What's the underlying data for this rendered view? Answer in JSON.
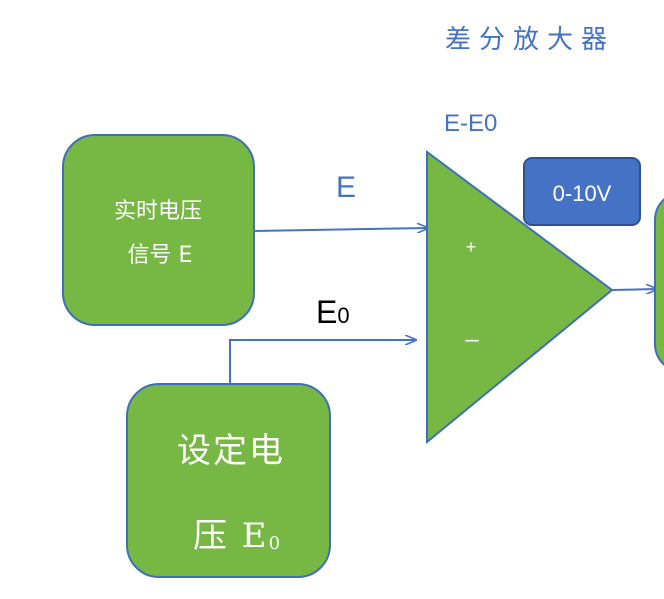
{
  "title": "差分放大器",
  "amp_output_label": "E-E0",
  "range_badge": "0-10V",
  "input_box": {
    "line1": "实时电压",
    "line2": "信号 E"
  },
  "setpoint_box": {
    "line1": "设定电",
    "line2_text": "压 E",
    "line2_sub": "0"
  },
  "signal_e_label": "E",
  "signal_e0_label": {
    "main": "E",
    "sub": "0"
  },
  "amp_plus": "+",
  "amp_minus": "–",
  "colors": {
    "green_fill": "#76b843",
    "green_stroke": "#3f6fb5",
    "blue_text": "#4472c4",
    "badge_fill": "#4472c4",
    "arrow": "#4472c4"
  }
}
